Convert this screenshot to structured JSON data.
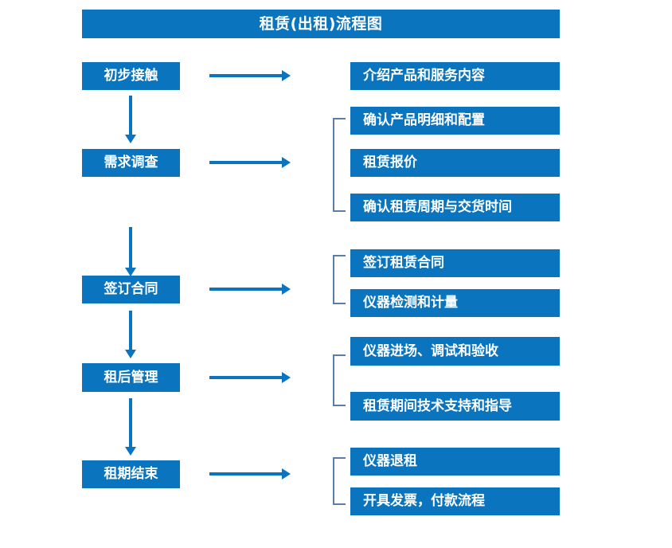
{
  "chart_data": {
    "type": "diagram",
    "title": "租赁(出租)流程图",
    "diagram_kind": "flowchart",
    "orientation": "vertical-stages-with-horizontal-task-branches",
    "accent_color": "#0a75be",
    "bracket_color": "#5b7ea8",
    "text_color": "#ffffff",
    "background": "#ffffff",
    "stages": [
      {
        "label": "初步接触",
        "tasks": [
          "介绍产品和服务内容"
        ],
        "bracketed": false
      },
      {
        "label": "需求调查",
        "tasks": [
          "确认产品明细和配置",
          "租赁报价",
          "确认租赁周期与交货时间"
        ],
        "bracketed": true
      },
      {
        "label": "签订合同",
        "tasks": [
          "签订租赁合同",
          "仪器检测和计量"
        ],
        "bracketed": true
      },
      {
        "label": "租后管理",
        "tasks": [
          "仪器进场、调试和验收",
          "租赁期间技术支持和指导"
        ],
        "bracketed": true
      },
      {
        "label": "租期结束",
        "tasks": [
          "仪器退租",
          "开具发票，付款流程"
        ],
        "bracketed": true
      }
    ]
  },
  "header": {
    "title": "租赁(出租)流程图"
  },
  "stages": [
    {
      "label": "初步接触"
    },
    {
      "label": "需求调查"
    },
    {
      "label": "签订合同"
    },
    {
      "label": "租后管理"
    },
    {
      "label": "租期结束"
    }
  ],
  "tasks": {
    "s1": [
      {
        "label": "介绍产品和服务内容"
      }
    ],
    "s2": [
      {
        "label": "确认产品明细和配置"
      },
      {
        "label": "租赁报价"
      },
      {
        "label": "确认租赁周期与交货时间"
      }
    ],
    "s3": [
      {
        "label": "签订租赁合同"
      },
      {
        "label": "仪器检测和计量"
      }
    ],
    "s4": [
      {
        "label": "仪器进场、调试和验收"
      },
      {
        "label": "租赁期间技术支持和指导"
      }
    ],
    "s5": [
      {
        "label": "仪器退租"
      },
      {
        "label": "开具发票，付款流程"
      }
    ]
  }
}
